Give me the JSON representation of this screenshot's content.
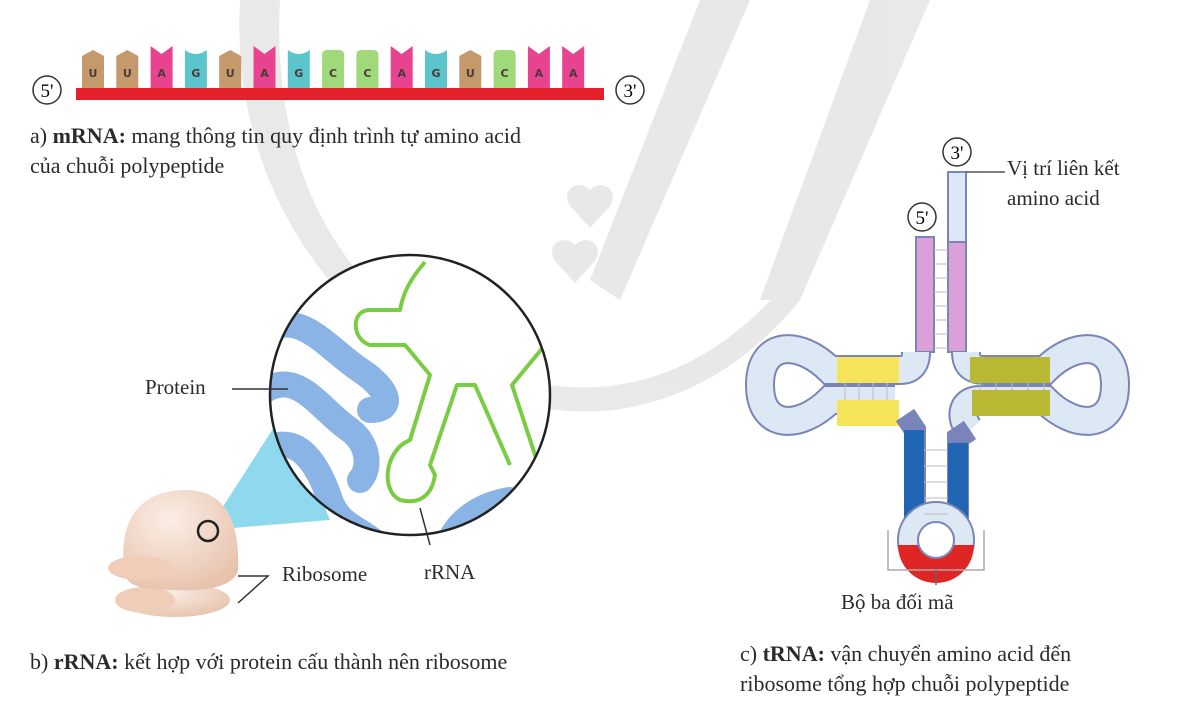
{
  "mrna": {
    "sequence": [
      "U",
      "U",
      "A",
      "G",
      "U",
      "A",
      "G",
      "C",
      "C",
      "A",
      "G",
      "U",
      "C",
      "A",
      "A"
    ],
    "end_5": "5'",
    "end_3": "3'",
    "caption_prefix": "a) ",
    "caption_bold": "mRNA:",
    "caption_line1": " mang thông tin quy định trình tự amino acid",
    "caption_line2": "của chuỗi polypeptide"
  },
  "base_colors": {
    "U": "#c49a6c",
    "A": "#e8438f",
    "G": "#5cc5cc",
    "C": "#9fd97a",
    "backbone": "#e4202a"
  },
  "rrna": {
    "label_protein": "Protein",
    "label_ribosome": "Ribosome",
    "label_rrna": "rRNA",
    "caption_prefix": "b) ",
    "caption_bold": "rRNA:",
    "caption_rest": " kết hợp với protein cấu thành nên ribosome",
    "colors": {
      "protein": "#8ab4e6",
      "rrna_strand": "#7acc44",
      "ribosome": "#f0d2c0",
      "zoom_cone": "#8fd9ef"
    }
  },
  "trna": {
    "end_3": "3'",
    "end_5": "5'",
    "label_binding_site_line1": "Vị trí liên kết",
    "label_binding_site_line2": "amino acid",
    "label_anticodon": "Bộ ba đối mã",
    "caption_prefix": "c) ",
    "caption_bold": "tRNA:",
    "caption_line1": " vận chuyển amino acid đến",
    "caption_line2": "ribosome tổng hợp chuỗi polypeptide",
    "colors": {
      "acceptor": "#dca0d8",
      "d_arm": "#f5e35a",
      "t_arm": "#b8b832",
      "anticodon_stem": "#2166b5",
      "anticodon": "#e02525",
      "loop": "#dce9f4",
      "outline": "#7a84b8"
    }
  }
}
